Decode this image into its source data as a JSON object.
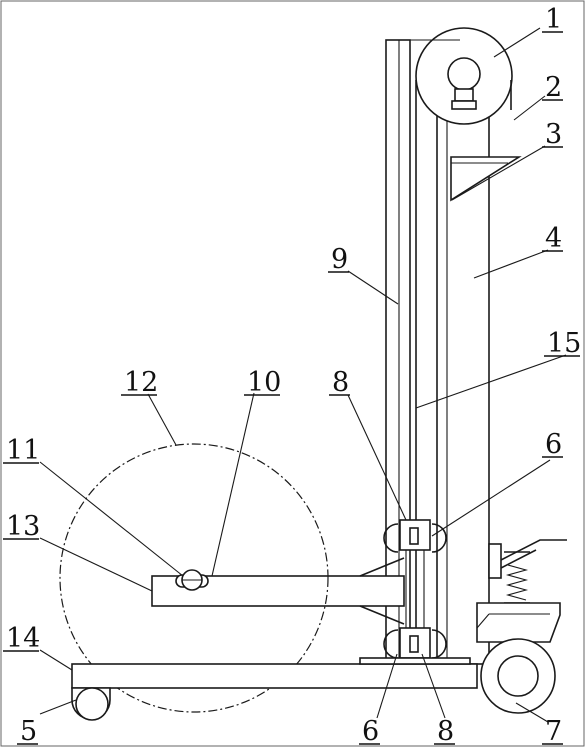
{
  "labels": {
    "l1": "1",
    "l2": "2",
    "l3": "3",
    "l4": "4",
    "l5": "5",
    "l6a": "6",
    "l6b": "6",
    "l7": "7",
    "l8a": "8",
    "l8b": "8",
    "l9": "9",
    "l10": "10",
    "l11": "11",
    "l12": "12",
    "l13": "13",
    "l14": "14",
    "l15": "15"
  }
}
